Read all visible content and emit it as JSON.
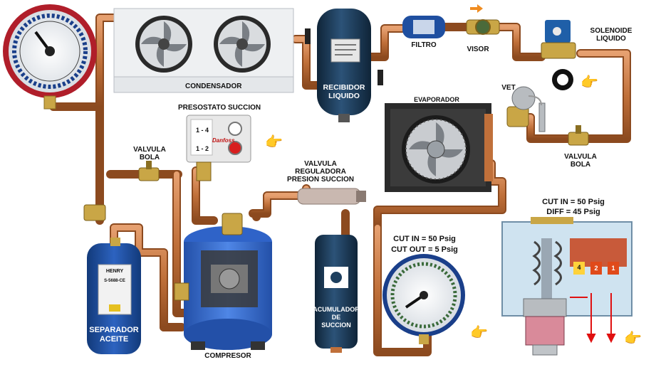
{
  "labels": {
    "condensador": "CONDENSADOR",
    "recibidor_1": "RECIBIDOR",
    "recibidor_2": "LIQUIDO",
    "filtro": "FILTRO",
    "visor": "VISOR",
    "solenoide_1": "SOLENOIDE",
    "solenoide_2": "LIQUIDO",
    "vet": "VET",
    "evaporador": "EVAPORADOR",
    "presostato": "PRESOSTATO SUCCION",
    "valvula_bola_left_1": "VALVULA",
    "valvula_bola_left_2": "BOLA",
    "valvula_bola_right_1": "VALVULA",
    "valvula_bola_right_2": "BOLA",
    "reguladora_1": "VALVULA",
    "reguladora_2": "REGULADORA",
    "reguladora_3": "PRESION SUCCION",
    "separador_1": "SEPARADOR",
    "separador_2": "ACEITE",
    "compresor": "COMPRESOR",
    "acumulador_1": "ACUMULADOR",
    "acumulador_2": "DE",
    "acumulador_3": "SUCCION",
    "gauge_cut_in": "CUT IN = 50 Psig",
    "gauge_cut_out": "CUT OUT = 5 Psig",
    "control_cut_in": "CUT IN = 50 Psig",
    "control_diff": "DIFF = 45 Psig",
    "presostato_dial_1": "1 - 4",
    "presostato_dial_2": "1 - 2",
    "presostato_brand": "Danfoss",
    "separador_brand": "HENRY",
    "separador_model": "S-5688-CE",
    "terminal_4": "4",
    "terminal_2": "2",
    "terminal_1": "1"
  },
  "colors": {
    "copper": "#c0703a",
    "copper_dark": "#8c4a1f",
    "brass": "#c9a646",
    "tank_navy": "#1e3f5e",
    "separator_blue": "#1f4fa0",
    "compressor_blue": "#3a6fd8",
    "gauge_red": "#b01e2a",
    "control_bg": "#cfe3f0",
    "arrow_red": "#e01010"
  },
  "icons": [
    "pointing-hand-icon",
    "arrow-right-icon",
    "fan-icon"
  ]
}
